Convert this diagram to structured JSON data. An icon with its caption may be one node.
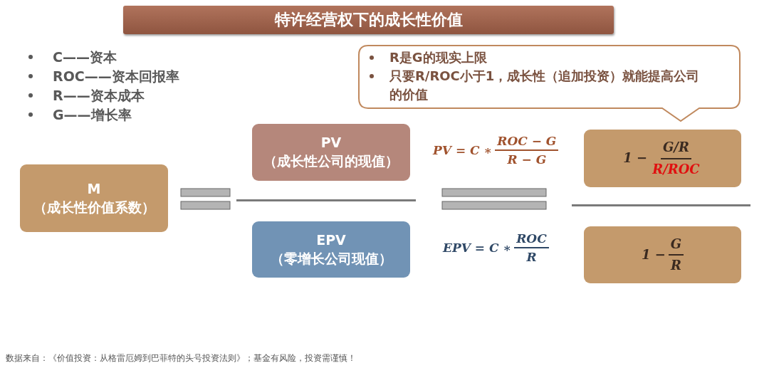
{
  "diagram": {
    "title": "特许经营权下的成长性价值",
    "nodes": [
      {
        "text": [
          "R是G的现实上限",
          "只要R/ROC小于1，成长性（追加投资）就能提高公司的价值"
        ]
      },
      {
        "text": [
          "M",
          "（成长性价值系数）"
        ]
      },
      {
        "text": [
          "PV",
          "（成长性公司的现值）"
        ]
      },
      {
        "text": [
          "EPV",
          "（零增长公司现值）"
        ]
      },
      {
        "text": [
          "1 −",
          "G/R",
          "R/ROC"
        ]
      },
      {
        "text": [
          "1 −",
          "G",
          "R"
        ]
      }
    ],
    "edges": [],
    "labels": [
      "C——资本",
      "ROC——资本回报率",
      "R——资本成本",
      "G——增长率",
      "PV = C ∗",
      "ROC − G",
      "R − G",
      "EPV = C ∗",
      "ROC",
      "R",
      "数据来自：《价值投资：从格雷厄姆到巴菲特的头号投资法则》；基金有风险，投资需谨慎！"
    ]
  }
}
